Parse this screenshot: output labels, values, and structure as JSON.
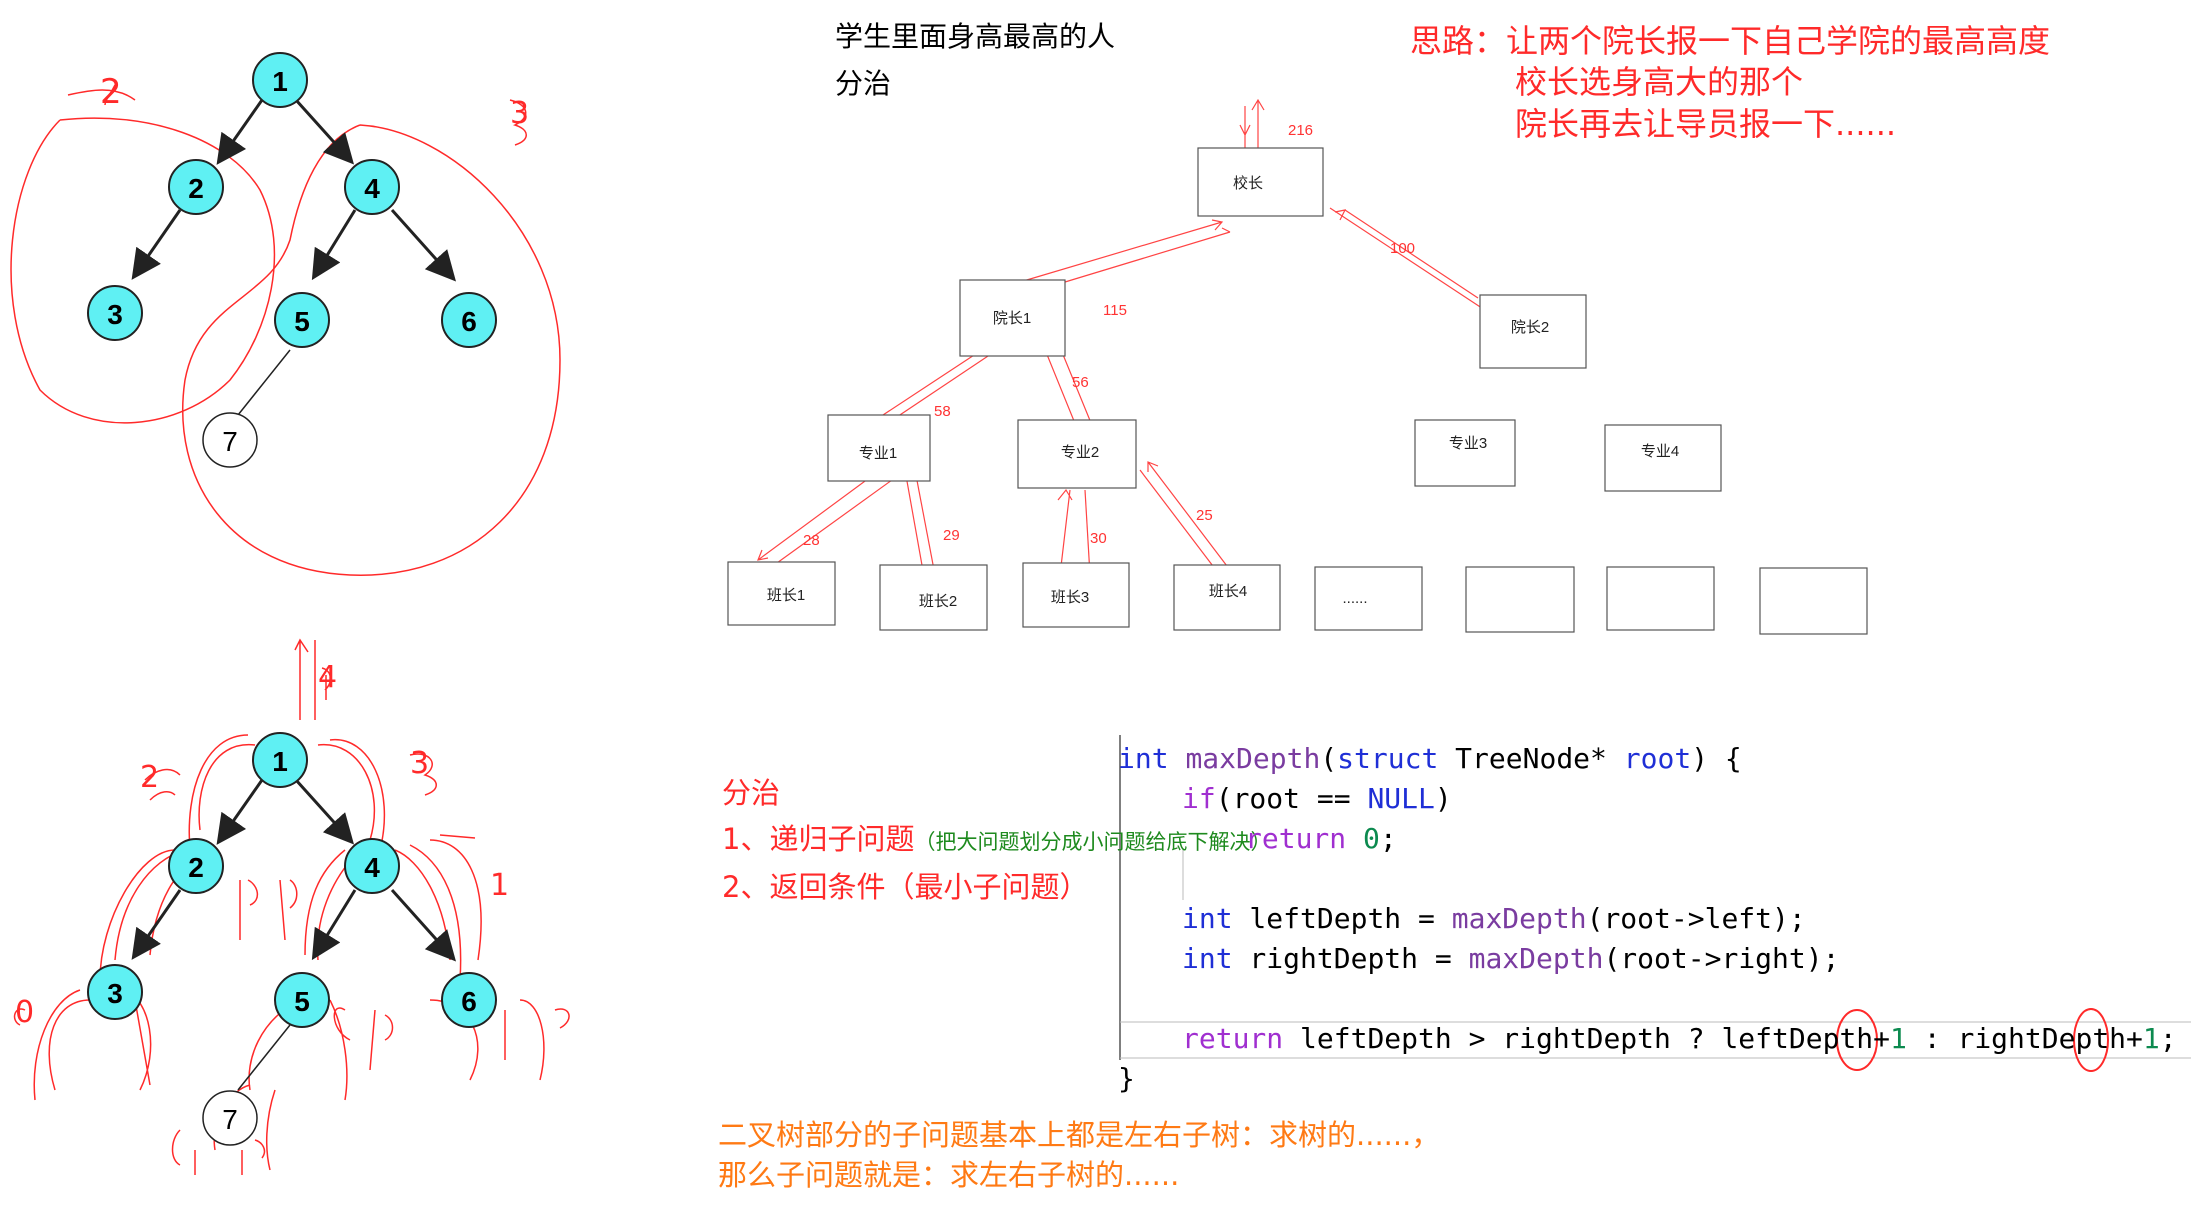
{
  "heading": {
    "line1": "学生里面身高最高的人",
    "line2": "分治"
  },
  "idea": {
    "line1": "思路：让两个院长报一下自己学院的最高高度",
    "line2": "校长选身高大的那个",
    "line3": "院长再去让导员报一下......"
  },
  "tree_nodes": [
    "1",
    "2",
    "3",
    "4",
    "5",
    "6",
    "7"
  ],
  "annotations": {
    "top_tree": [
      "2",
      "3"
    ],
    "bottom_tree": [
      "4",
      "2",
      "3",
      "1",
      "0"
    ]
  },
  "org_chart": {
    "principal": "校长",
    "deans": [
      "院长1",
      "院长2"
    ],
    "majors": [
      "专业1",
      "专业2",
      "专业3",
      "专业4"
    ],
    "monitors": [
      "班长1",
      "班长2",
      "班长3",
      "班长4",
      "......"
    ],
    "edge_values": [
      "216",
      "100",
      "115",
      "56",
      "58",
      "28",
      "29",
      "30",
      "25"
    ]
  },
  "notes": {
    "title": "分治",
    "item1": "1、递归子问题",
    "item1_hint": "（把大问题划分成小问题给底下解决）",
    "item2": "2、返回条件（最小子问题）"
  },
  "code": {
    "l1_type": "int",
    "l1_fn": "maxDepth",
    "l1_p1": "(",
    "l1_struct": "struct",
    "l1_rest": " TreeNode* ",
    "l1_param": "root",
    "l1_end": ") {",
    "l2_if": "if",
    "l2_a": "(root == ",
    "l2_null": "NULL",
    "l2_b": ")",
    "l3_ret": "return",
    "l3_zero": "0",
    "l3_semi": ";",
    "l4_type": "int",
    "l4_a": " leftDepth = ",
    "l4_fn": "maxDepth",
    "l4_b": "(root->left);",
    "l5_type": "int",
    "l5_a": " rightDepth = ",
    "l5_fn": "maxDepth",
    "l5_b": "(root->right);",
    "l6_ret": "return",
    "l6_a": " leftDepth > rightDepth ? leftDepth+",
    "l6_one1": "1",
    "l6_b": " : rightDepth+",
    "l6_one2": "1",
    "l6_c": ";",
    "l7": "}"
  },
  "summary": {
    "line1": "二叉树部分的子问题基本上都是左右子树：求树的......，",
    "line2": "那么子问题就是：求左右子树的......"
  },
  "colors": {
    "node_fill": "#5ff0f3",
    "ink_red": "#ff2a2a",
    "orange": "#ff7a14",
    "keyword": "#1f2fd6"
  }
}
